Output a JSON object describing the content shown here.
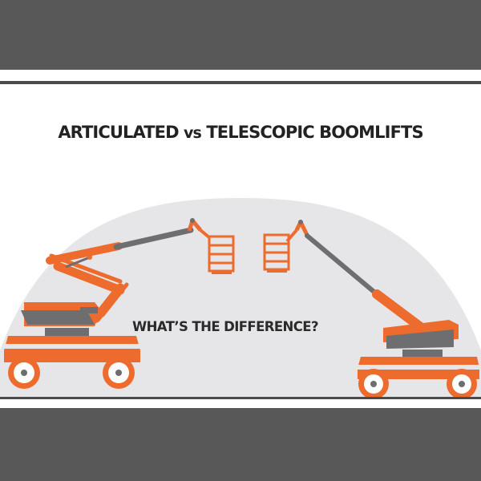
{
  "header": {
    "title_a": "ARTICULATED",
    "title_vs": "vs",
    "title_b": "TELESCOPIC BOOMLIFTS"
  },
  "body": {
    "question": "WHAT’S THE DIFFERENCE?"
  },
  "colors": {
    "orange": "#ec6b2d",
    "dark_gray": "#6e6d6f",
    "arch_gray": "#e6e6e8",
    "frame": "#595859"
  },
  "icons": [
    "articulated-boom-lift-icon",
    "telescopic-boom-lift-icon"
  ]
}
